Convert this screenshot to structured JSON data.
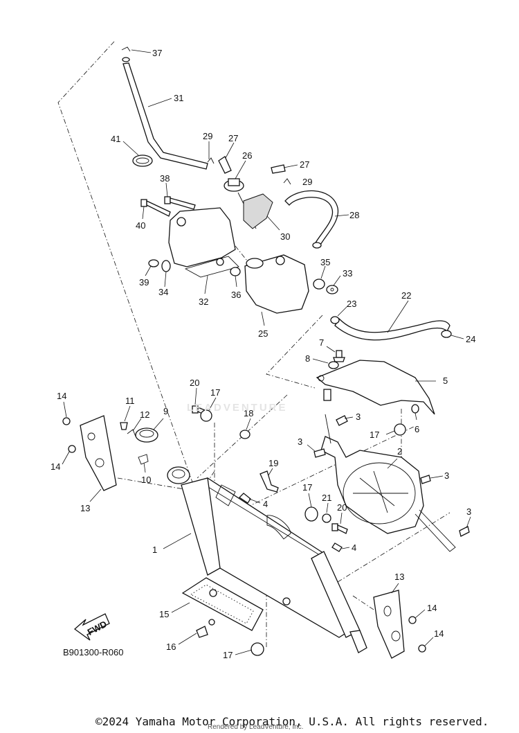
{
  "diagram": {
    "code": "B901300-R060",
    "copyright": "©2024 Yamaha Motor Corporation, U.S.A. All rights reserved.",
    "rendered_by": "Rendered by LeadVenture, Inc.",
    "watermark": "LEADVENTURE",
    "fwd_label": "FWD"
  },
  "callouts": [
    "37",
    "31",
    "41",
    "29",
    "27",
    "26",
    "27",
    "29",
    "28",
    "38",
    "40",
    "30",
    "39",
    "34",
    "32",
    "36",
    "35",
    "33",
    "25",
    "23",
    "22",
    "24",
    "7",
    "8",
    "5",
    "20",
    "17",
    "11",
    "9",
    "12",
    "18",
    "14",
    "14",
    "13",
    "10",
    "19",
    "3",
    "3",
    "17",
    "6",
    "2",
    "3",
    "17",
    "21",
    "20",
    "4",
    "3",
    "1",
    "4",
    "13",
    "15",
    "14",
    "14",
    "16",
    "17"
  ]
}
